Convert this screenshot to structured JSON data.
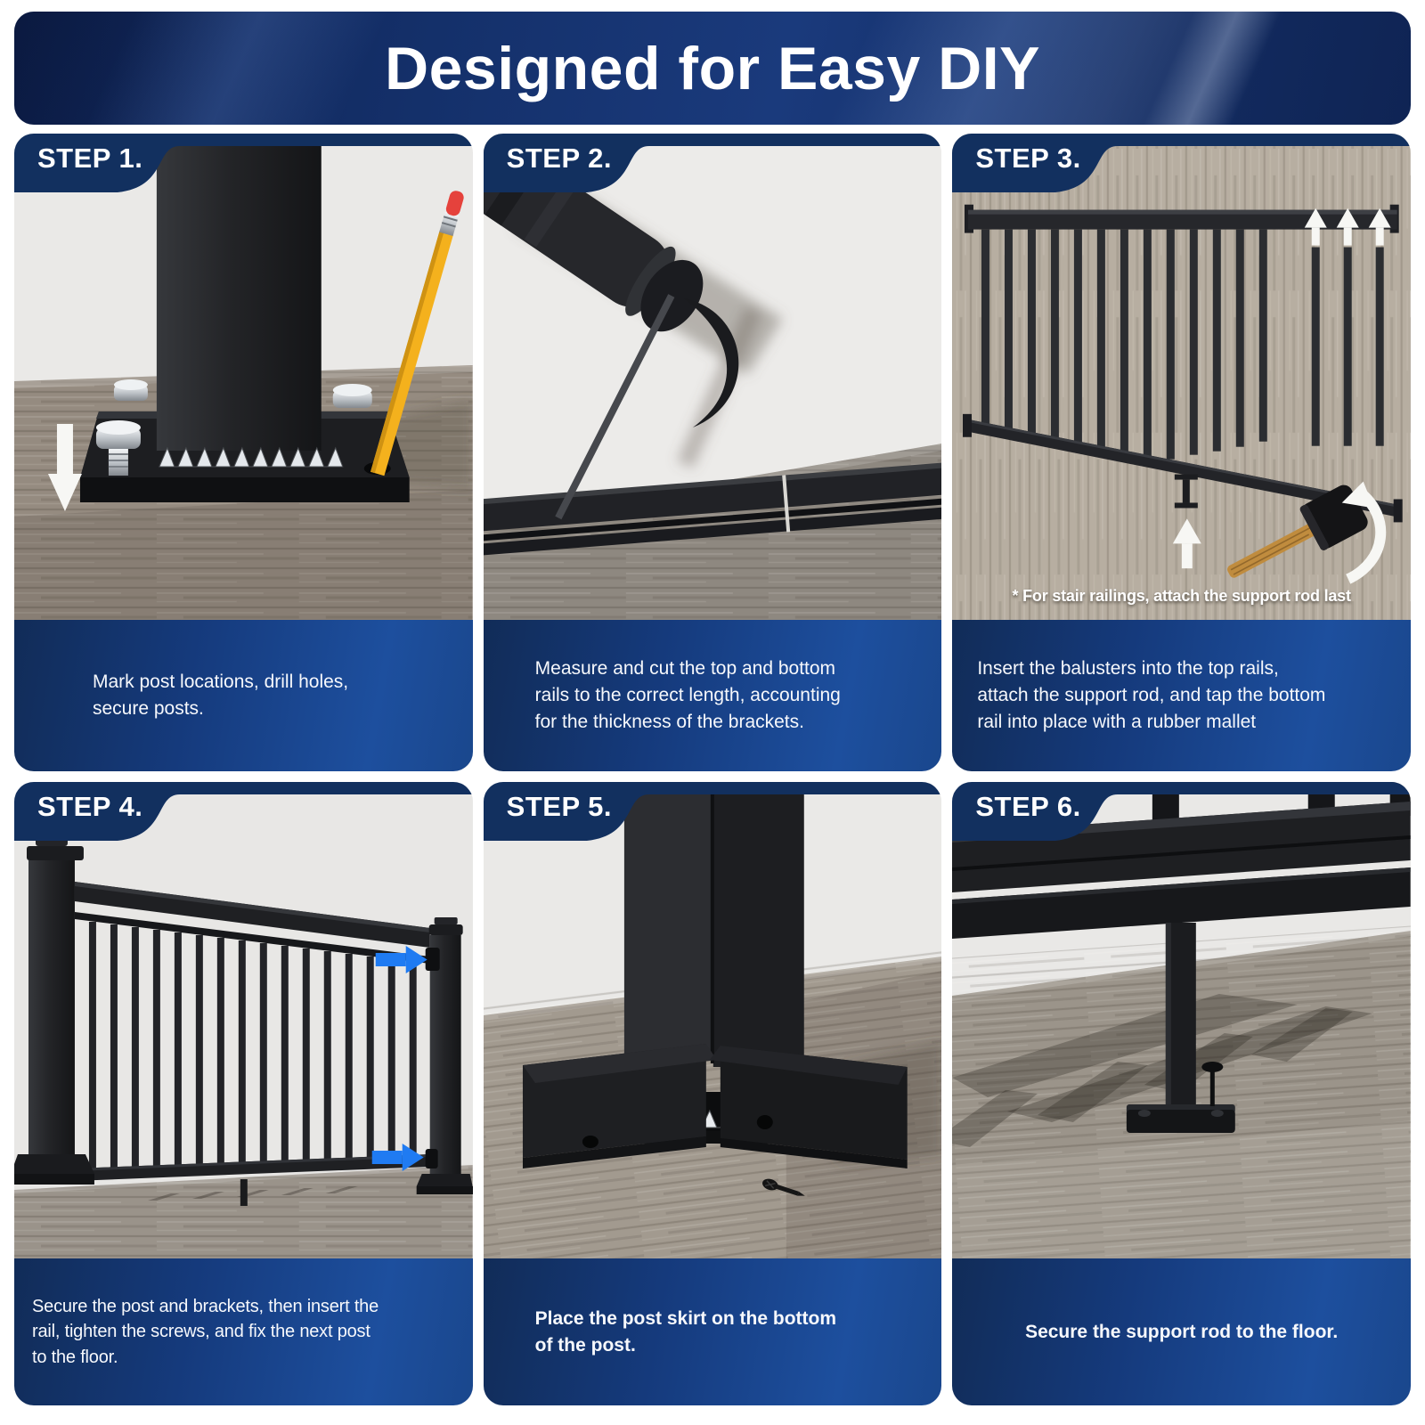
{
  "header": {
    "title": "Designed for Easy DIY"
  },
  "steps": [
    {
      "label": "STEP 1.",
      "caption": "Mark post locations, drill holes,\nsecure posts."
    },
    {
      "label": "STEP 2.",
      "caption": "Measure and cut the top and bottom\nrails to the correct length, accounting\nfor the thickness of the brackets."
    },
    {
      "label": "STEP 3.",
      "caption": "Insert the balusters into the top rails,\nattach the support rod, and tap the bottom\nrail into place with a rubber mallet",
      "note": "* For stair railings, attach the support rod last"
    },
    {
      "label": "STEP 4.",
      "caption": "Secure the post and brackets, then insert the\nrail, tighten the screws, and fix the next post\nto the floor."
    },
    {
      "label": "STEP 5.",
      "caption": "Place the post skirt on the bottom\nof the post."
    },
    {
      "label": "STEP 6.",
      "caption": "Secure the support rod to the floor."
    }
  ],
  "icons": {
    "step1": "down-arrow-icon",
    "step3": [
      "up-arrow-icon",
      "up-arrow-icon",
      "up-arrow-icon",
      "up-arrow-icon",
      "curved-arrow-icon"
    ],
    "step4": [
      "right-arrow-icon",
      "right-arrow-icon"
    ]
  },
  "colors": {
    "header_navy": "#132b5e",
    "banner_navy": "#12305f",
    "caption_blue_dark": "#112c58",
    "caption_blue_light": "#1d4f9e",
    "arrow_blue": "#1f7bf2",
    "pencil_yellow": "#f4b11d",
    "wood_gray": "#9a9187",
    "wall_gray": "#e9e8e6",
    "metal_black": "#1d1e21",
    "text_white": "#ffffff"
  }
}
